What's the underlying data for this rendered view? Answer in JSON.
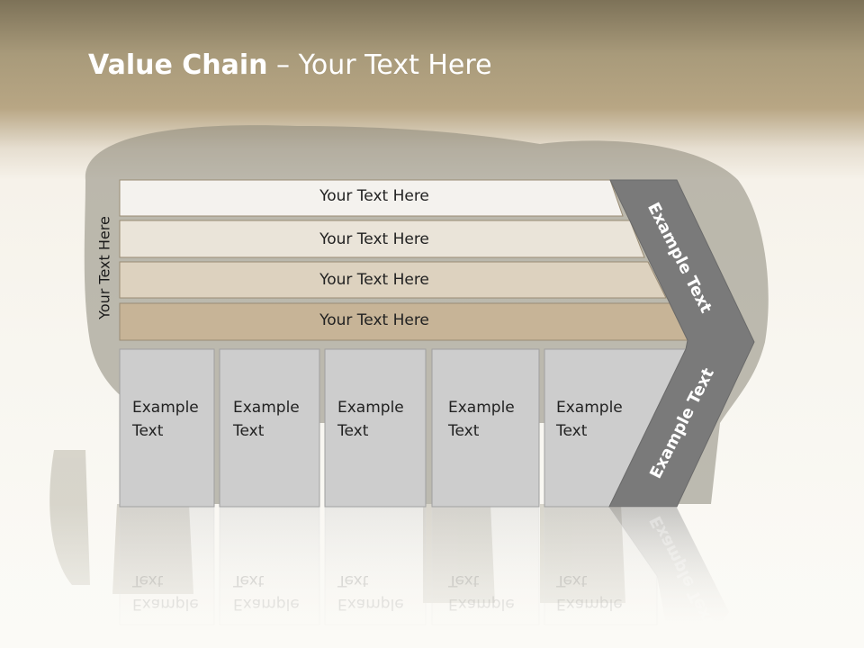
{
  "slide": {
    "title_bold": "Value Chain",
    "title_rest": " – Your Text Here",
    "side_label": "Your Text Here"
  },
  "bars": [
    {
      "label": "Your Text Here",
      "color": "#f4f2ee"
    },
    {
      "label": "Your Text Here",
      "color": "#eae4d9"
    },
    {
      "label": "Your Text Here",
      "color": "#ddd2bf"
    },
    {
      "label": "Your Text Here",
      "color": "#c7b497"
    }
  ],
  "columns": [
    {
      "line1": "Example",
      "line2": "Text"
    },
    {
      "line1": "Example",
      "line2": "Text"
    },
    {
      "line1": "Example",
      "line2": "Text"
    },
    {
      "line1": "Example",
      "line2": "Text"
    },
    {
      "line1": "Example",
      "line2": "Text"
    }
  ],
  "chevron": {
    "upper_label": "Example Text",
    "lower_label": "Example Text",
    "color": "#7a7a7a"
  },
  "colors": {
    "column_fill": "#cdcdcd",
    "column_stroke": "#a0a0a0",
    "bar_stroke": "#9a8c74"
  }
}
